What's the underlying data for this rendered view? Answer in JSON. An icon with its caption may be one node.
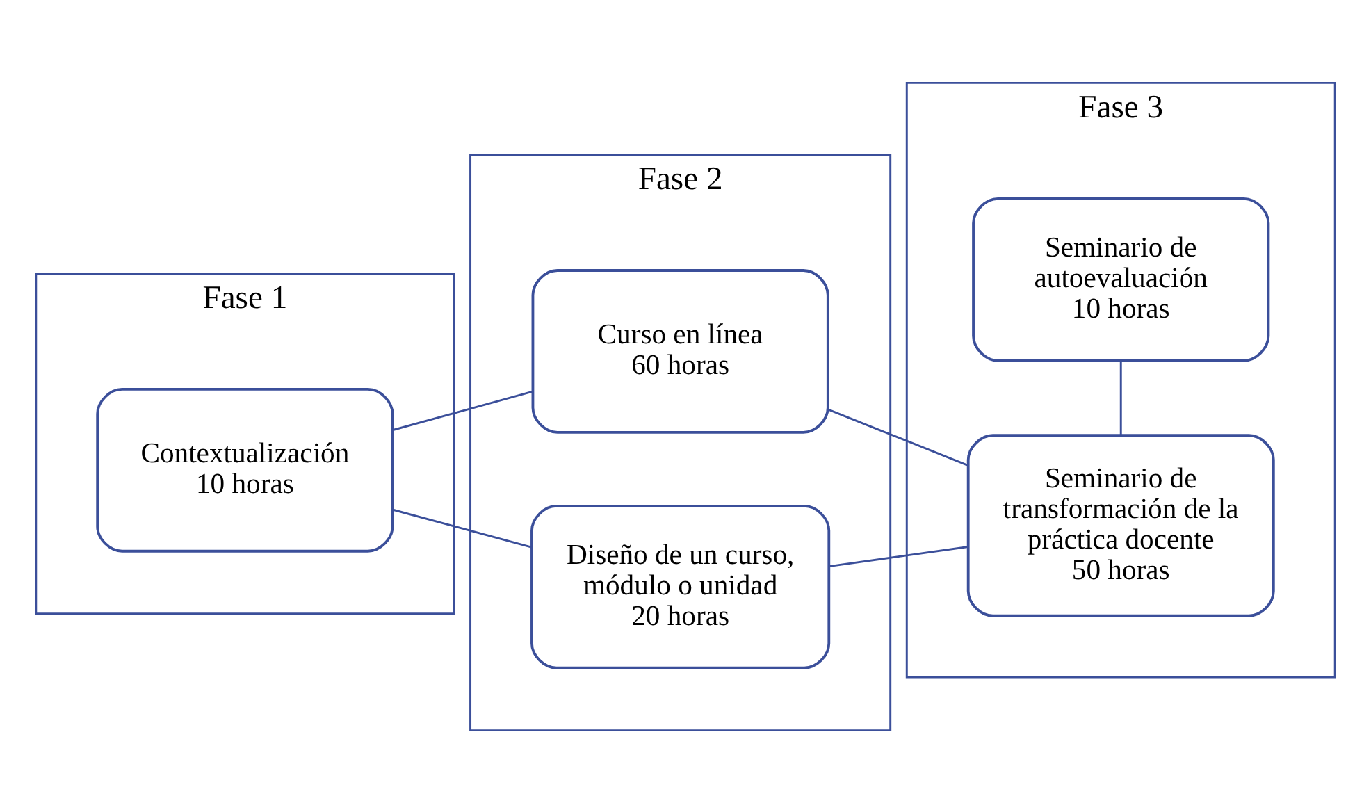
{
  "diagram": {
    "nodes": [
      {
        "text": [
          "Fase 1"
        ]
      },
      {
        "text": [
          "Contextualización",
          "10 horas"
        ],
        "in": 0
      },
      {
        "text": [
          "Fase 2"
        ]
      },
      {
        "text": [
          "Curso en línea",
          "60 horas"
        ],
        "in": 2
      },
      {
        "text": [
          "Diseño de un curso, módulo o unidad",
          "20 horas"
        ],
        "in": 2
      },
      {
        "text": [
          "Fase 3"
        ]
      },
      {
        "text": [
          "Seminario de transformación de la práctica docente",
          "50 horas"
        ],
        "in": 5
      },
      {
        "text": [
          "Seminario de autoevaluación",
          "10 horas"
        ],
        "in": 5
      }
    ],
    "edges": [
      {
        "from": 1,
        "to": 3,
        "arrow": "none"
      },
      {
        "from": 1,
        "to": 4,
        "arrow": "none"
      },
      {
        "from": 3,
        "to": 6,
        "arrow": "none"
      },
      {
        "from": 4,
        "to": 6,
        "arrow": "none"
      },
      {
        "from": 6,
        "to": 7,
        "arrow": "none"
      }
    ]
  }
}
